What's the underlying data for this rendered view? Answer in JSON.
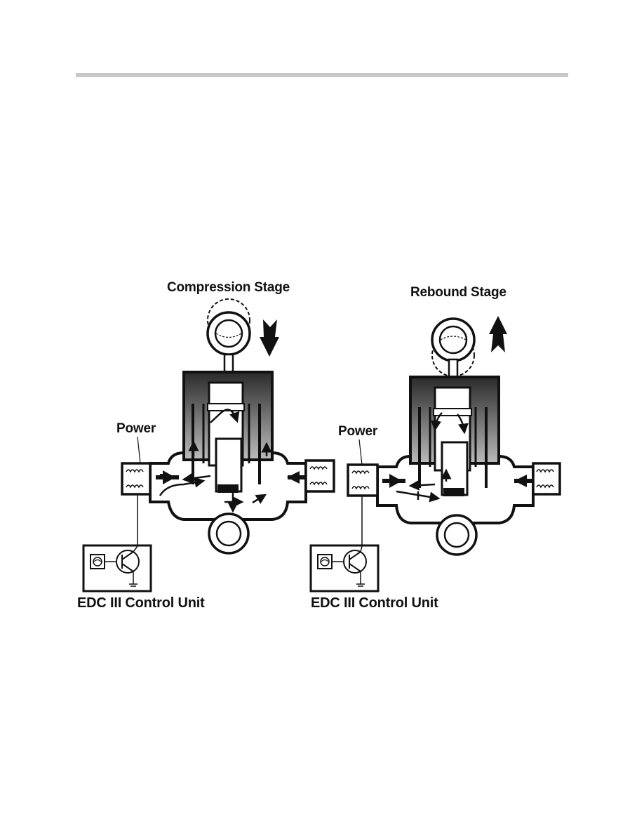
{
  "page": {
    "top_rule_color": "#c8c8c8"
  },
  "diagram": {
    "left": {
      "stage_title": "Compression Stage",
      "power_label": "Power",
      "control_unit_label": "EDC III Control Unit",
      "motion": "down"
    },
    "right": {
      "stage_title": "Rebound Stage",
      "power_label": "Power",
      "control_unit_label": "EDC III Control Unit",
      "motion": "up"
    }
  }
}
